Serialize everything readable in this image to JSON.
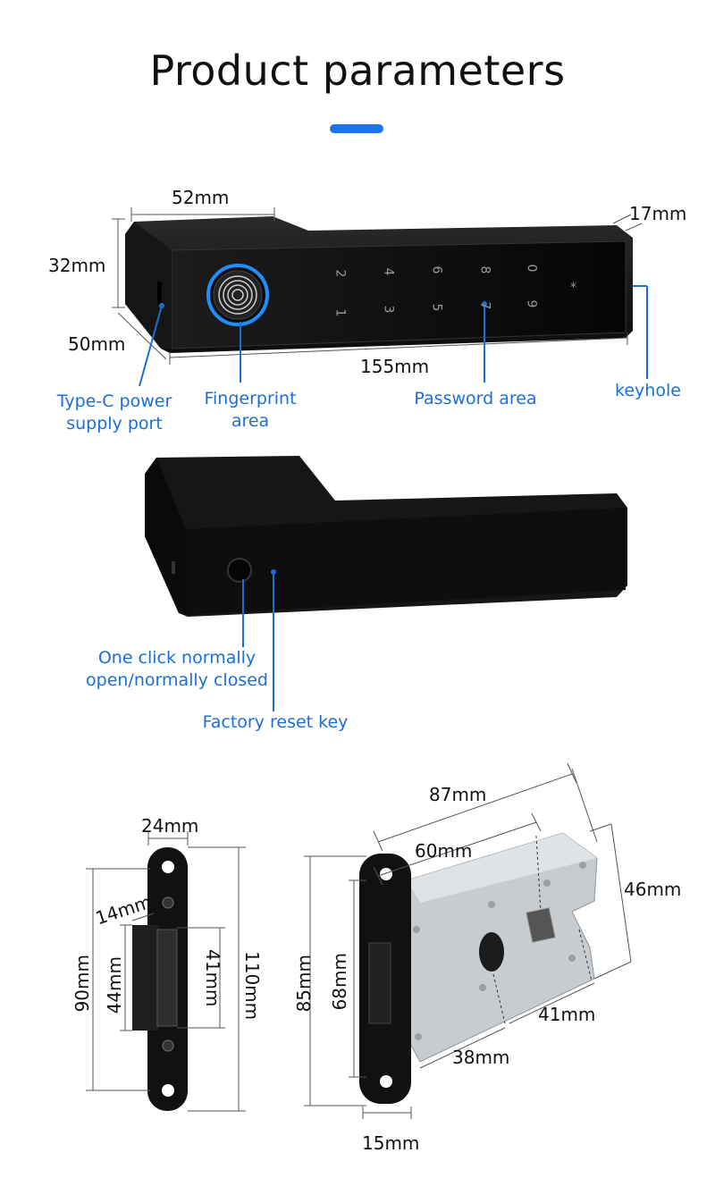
{
  "page": {
    "title": "Product parameters",
    "accent_color": "#1a73e8"
  },
  "handle_front": {
    "dimensions": {
      "width": "52mm",
      "height": "32mm",
      "depth": "50mm",
      "length": "155mm",
      "thickness": "17mm"
    },
    "keypad": [
      "2",
      "4",
      "6",
      "8",
      "0",
      "*",
      "1",
      "3",
      "5",
      "7",
      "9"
    ],
    "callouts": {
      "type_c": "Type-C power\nsupply port",
      "fingerprint": "Fingerprint\narea",
      "password": "Password area",
      "keyhole": "keyhole"
    }
  },
  "handle_back": {
    "callouts": {
      "one_click": "One click normally\nopen/normally closed",
      "factory_reset": "Factory reset key"
    }
  },
  "strike_plate": {
    "dimensions": {
      "width": "24mm",
      "inner_width": "14mm",
      "height_total": "110mm",
      "height_outer": "90mm",
      "height_inner": "44mm",
      "slot": "41mm"
    }
  },
  "mortise": {
    "dimensions": {
      "depth": "87mm",
      "backset": "60mm",
      "height_body": "46mm",
      "faceplate_height": "85mm",
      "body_height": "68mm",
      "spindle_to_keyhole": "41mm",
      "edge_to_spindle": "38mm",
      "faceplate_width": "15mm"
    }
  }
}
